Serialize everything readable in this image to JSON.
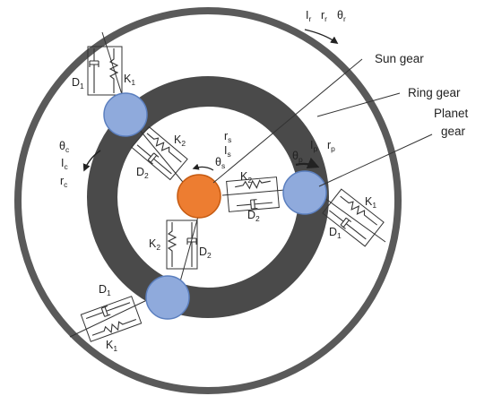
{
  "colors": {
    "outer_ring": "#5a5a5a",
    "carrier_ring": "#4a4a4a",
    "sun_gear": "#ed7d31",
    "planet_gear": "#8faadc",
    "planet_stroke": "#5b7fbf",
    "lines": "#333333"
  },
  "callouts": {
    "sun": "Sun gear",
    "ring": "Ring gear",
    "planet_line1": "Planet",
    "planet_line2": "gear"
  },
  "symbols": {
    "I": "I",
    "r": "r",
    "theta": "θ",
    "K": "K",
    "D": "D",
    "sub_r": "r",
    "sub_s": "s",
    "sub_c": "c",
    "sub_p": "p",
    "sub_1": "1",
    "sub_2": "2"
  }
}
